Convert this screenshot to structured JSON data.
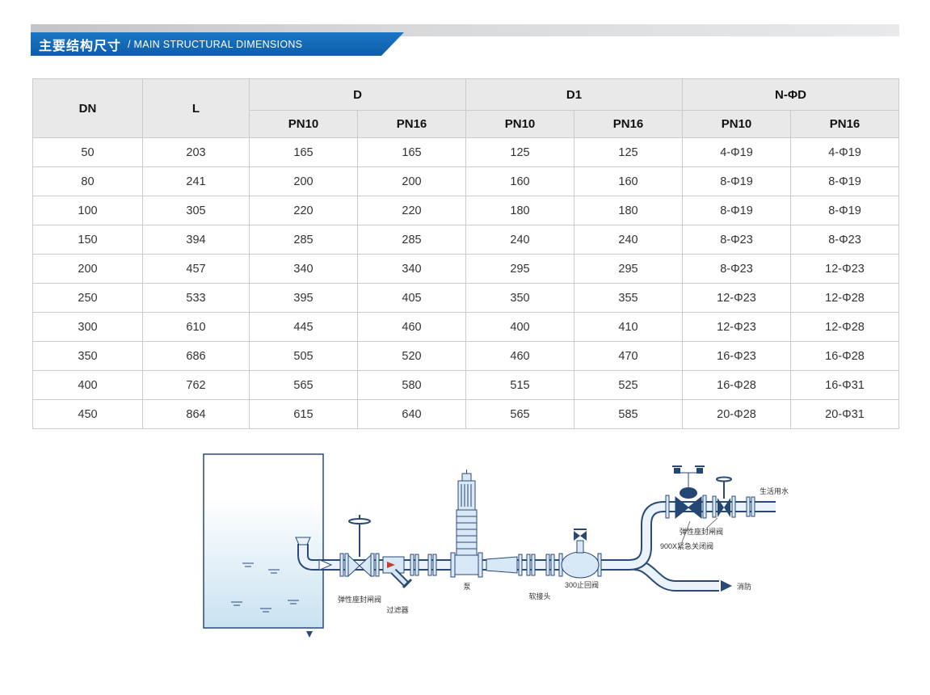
{
  "banner": {
    "title_zh": "主要结构尺寸",
    "title_en": "/ MAIN STRUCTURAL DIMENSIONS"
  },
  "table": {
    "group_headers": [
      "DN",
      "L",
      "D",
      "D1",
      "N-ΦD"
    ],
    "sub_headers": [
      "PN10",
      "PN16",
      "PN10",
      "PN16",
      "PN10",
      "PN16"
    ],
    "rows": [
      [
        "50",
        "203",
        "165",
        "165",
        "125",
        "125",
        "4-Φ19",
        "4-Φ19"
      ],
      [
        "80",
        "241",
        "200",
        "200",
        "160",
        "160",
        "8-Φ19",
        "8-Φ19"
      ],
      [
        "100",
        "305",
        "220",
        "220",
        "180",
        "180",
        "8-Φ19",
        "8-Φ19"
      ],
      [
        "150",
        "394",
        "285",
        "285",
        "240",
        "240",
        "8-Φ23",
        "8-Φ23"
      ],
      [
        "200",
        "457",
        "340",
        "340",
        "295",
        "295",
        "8-Φ23",
        "12-Φ23"
      ],
      [
        "250",
        "533",
        "395",
        "405",
        "350",
        "355",
        "12-Φ23",
        "12-Φ28"
      ],
      [
        "300",
        "610",
        "445",
        "460",
        "400",
        "410",
        "12-Φ23",
        "12-Φ28"
      ],
      [
        "350",
        "686",
        "505",
        "520",
        "460",
        "470",
        "16-Φ23",
        "16-Φ28"
      ],
      [
        "400",
        "762",
        "565",
        "580",
        "515",
        "525",
        "16-Φ28",
        "16-Φ31"
      ],
      [
        "450",
        "864",
        "615",
        "640",
        "565",
        "585",
        "20-Φ28",
        "20-Φ31"
      ]
    ]
  },
  "diagram": {
    "labels": {
      "gate_valve_left": "弹性座封闸阀",
      "strainer": "过滤器",
      "pump": "泵",
      "flexible_joint": "软接头",
      "check_valve": "300止回阀",
      "gate_valve_top": "弹性座封闸阀",
      "emergency_valve": "900X紧急关闭阀",
      "domestic_water": "生活用水",
      "fire_main": "消防"
    }
  },
  "colors": {
    "banner_blue": "#1467b0",
    "header_gray": "#e9e9e9",
    "diagram_navy": "#2a4a75",
    "diagram_fill": "#d9e8f6"
  }
}
